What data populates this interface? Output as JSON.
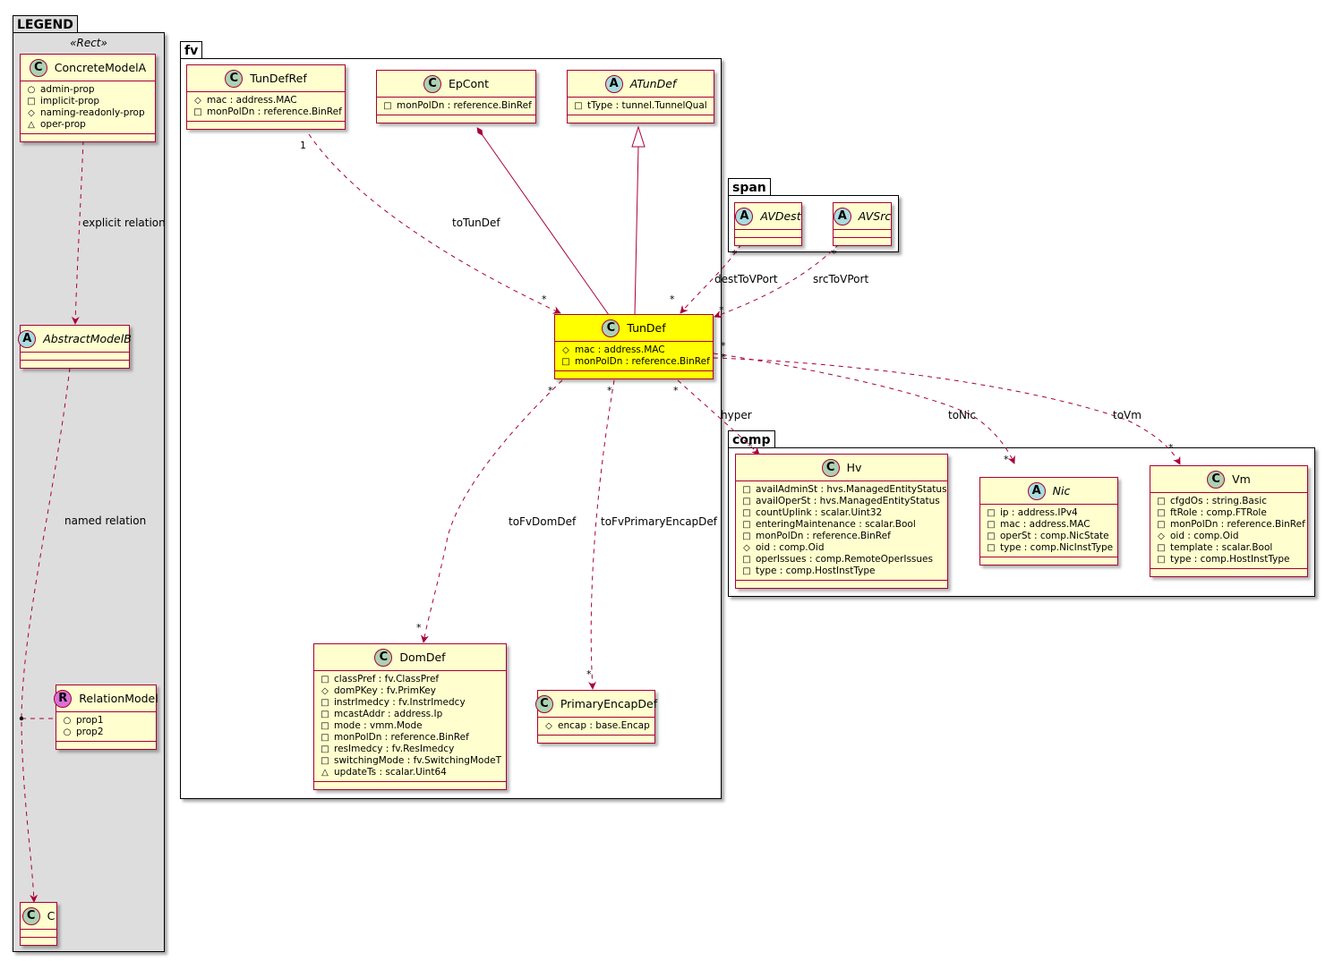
{
  "packages": {
    "legend": {
      "name": "LEGEND",
      "stereotype": "«Rect»"
    },
    "fv": {
      "name": "fv"
    },
    "span": {
      "name": "span"
    },
    "comp": {
      "name": "comp"
    }
  },
  "classes": {
    "concreteModelA": {
      "kind": "C",
      "name": "ConcreteModelA",
      "attrs": [
        {
          "vis": "○",
          "text": "admin-prop"
        },
        {
          "vis": "□",
          "text": "implicit-prop"
        },
        {
          "vis": "◇",
          "text": "naming-readonly-prop"
        },
        {
          "vis": "△",
          "text": "oper-prop"
        }
      ]
    },
    "abstractModelB": {
      "kind": "A",
      "name": "AbstractModelB",
      "attrs": []
    },
    "relationModel": {
      "kind": "R",
      "name": "RelationModel",
      "attrs": [
        {
          "vis": "○",
          "text": "prop1"
        },
        {
          "vis": "○",
          "text": "prop2"
        }
      ]
    },
    "c": {
      "kind": "C",
      "name": "C",
      "attrs": []
    },
    "tunDefRef": {
      "kind": "C",
      "name": "TunDefRef",
      "attrs": [
        {
          "vis": "◇",
          "text": "mac : address.MAC"
        },
        {
          "vis": "□",
          "text": "monPolDn : reference.BinRef"
        }
      ]
    },
    "epCont": {
      "kind": "C",
      "name": "EpCont",
      "attrs": [
        {
          "vis": "□",
          "text": "monPolDn : reference.BinRef"
        }
      ]
    },
    "aTunDef": {
      "kind": "A",
      "name": "ATunDef",
      "attrs": [
        {
          "vis": "□",
          "text": "tType : tunnel.TunnelQual"
        }
      ]
    },
    "tunDef": {
      "kind": "C",
      "name": "TunDef",
      "attrs": [
        {
          "vis": "◇",
          "text": "mac : address.MAC"
        },
        {
          "vis": "□",
          "text": "monPolDn : reference.BinRef"
        }
      ]
    },
    "domDef": {
      "kind": "C",
      "name": "DomDef",
      "attrs": [
        {
          "vis": "□",
          "text": "classPref : fv.ClassPref"
        },
        {
          "vis": "◇",
          "text": "domPKey : fv.PrimKey"
        },
        {
          "vis": "□",
          "text": "instrImedcy : fv.InstrImedcy"
        },
        {
          "vis": "□",
          "text": "mcastAddr : address.Ip"
        },
        {
          "vis": "□",
          "text": "mode : vmm.Mode"
        },
        {
          "vis": "□",
          "text": "monPolDn : reference.BinRef"
        },
        {
          "vis": "□",
          "text": "resImedcy : fv.ResImedcy"
        },
        {
          "vis": "□",
          "text": "switchingMode : fv.SwitchingModeT"
        },
        {
          "vis": "△",
          "text": "updateTs : scalar.Uint64"
        }
      ]
    },
    "primaryEncapDef": {
      "kind": "C",
      "name": "PrimaryEncapDef",
      "attrs": [
        {
          "vis": "◇",
          "text": "encap : base.Encap"
        }
      ]
    },
    "avDest": {
      "kind": "A",
      "name": "AVDest",
      "attrs": []
    },
    "avSrc": {
      "kind": "A",
      "name": "AVSrc",
      "attrs": []
    },
    "hv": {
      "kind": "C",
      "name": "Hv",
      "attrs": [
        {
          "vis": "□",
          "text": "availAdminSt : hvs.ManagedEntityStatus"
        },
        {
          "vis": "□",
          "text": "availOperSt : hvs.ManagedEntityStatus"
        },
        {
          "vis": "□",
          "text": "countUplink : scalar.Uint32"
        },
        {
          "vis": "□",
          "text": "enteringMaintenance : scalar.Bool"
        },
        {
          "vis": "□",
          "text": "monPolDn : reference.BinRef"
        },
        {
          "vis": "◇",
          "text": "oid : comp.Oid"
        },
        {
          "vis": "□",
          "text": "operIssues : comp.RemoteOperIssues"
        },
        {
          "vis": "□",
          "text": "type : comp.HostInstType"
        }
      ]
    },
    "nic": {
      "kind": "A",
      "name": "Nic",
      "attrs": [
        {
          "vis": "□",
          "text": "ip : address.IPv4"
        },
        {
          "vis": "□",
          "text": "mac : address.MAC"
        },
        {
          "vis": "□",
          "text": "operSt : comp.NicState"
        },
        {
          "vis": "□",
          "text": "type : comp.NicInstType"
        }
      ]
    },
    "vm": {
      "kind": "C",
      "name": "Vm",
      "attrs": [
        {
          "vis": "□",
          "text": "cfgdOs : string.Basic"
        },
        {
          "vis": "□",
          "text": "ftRole : comp.FTRole"
        },
        {
          "vis": "□",
          "text": "monPolDn : reference.BinRef"
        },
        {
          "vis": "◇",
          "text": "oid : comp.Oid"
        },
        {
          "vis": "□",
          "text": "template : scalar.Bool"
        },
        {
          "vis": "□",
          "text": "type : comp.HostInstType"
        }
      ]
    }
  },
  "edge_labels": {
    "explicit": "explicit relation",
    "named": "named relation",
    "toTunDef": "toTunDef",
    "destToVPort": "destToVPort",
    "srcToVPort": "srcToVPort",
    "hyper": "hyper",
    "toNic": "toNic",
    "toVm": "toVm",
    "toFvDomDef": "toFvDomDef",
    "toFvPrimaryEncapDef": "toFvPrimaryEncapDef"
  },
  "multiplicities": {
    "one": "1",
    "many": "*"
  },
  "colors": {
    "class_fill": "#fefece",
    "class_border": "#a80036",
    "highlight_fill": "#ffff00",
    "legend_fill": "#dddddd",
    "edge": "#a80036"
  }
}
